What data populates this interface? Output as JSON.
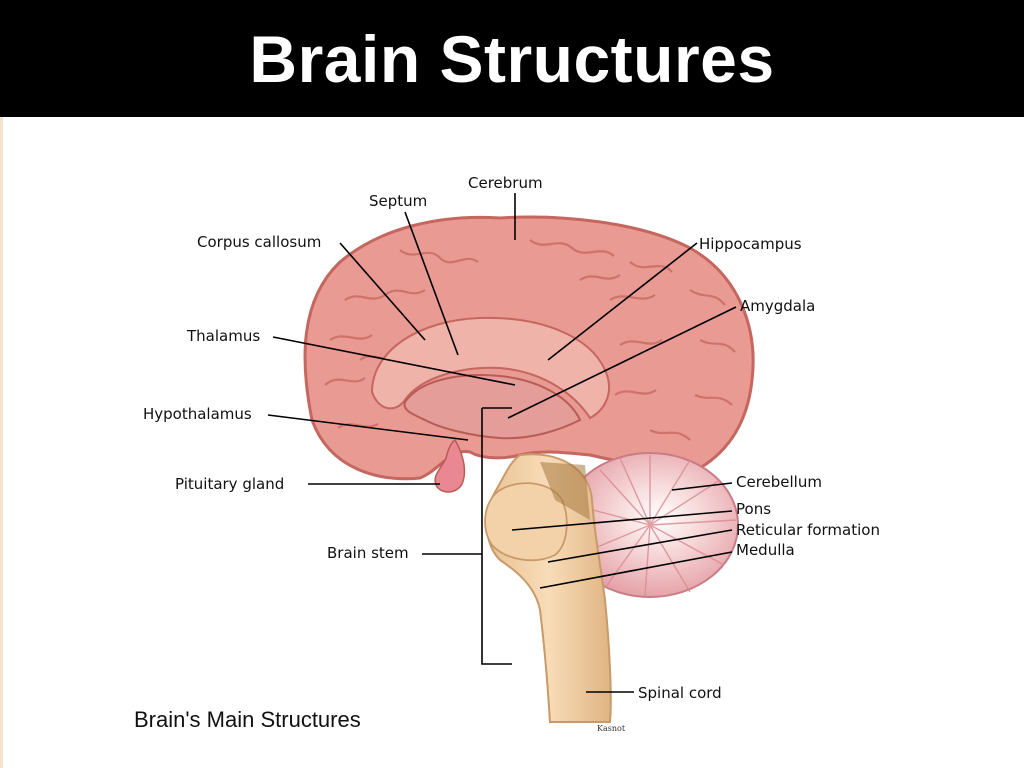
{
  "title": "Brain Structures",
  "caption": "Brain's Main Structures",
  "credit": "Kasnot",
  "labels": {
    "cerebrum": "Cerebrum",
    "septum": "Septum",
    "corpus_callosum": "Corpus callosum",
    "hippocampus": "Hippocampus",
    "amygdala": "Amygdala",
    "thalamus": "Thalamus",
    "hypothalamus": "Hypothalamus",
    "pituitary_gland": "Pituitary gland",
    "brain_stem": "Brain stem",
    "cerebellum": "Cerebellum",
    "pons": "Pons",
    "reticular_formation": "Reticular formation",
    "medulla": "Medulla",
    "spinal_cord": "Spinal cord"
  },
  "colors": {
    "cortex": "#e99a92",
    "cortex_dark": "#c5665f",
    "inner": "#f0b3a9",
    "stem": "#efc99d",
    "cerebellum": "#f2c1c3"
  }
}
